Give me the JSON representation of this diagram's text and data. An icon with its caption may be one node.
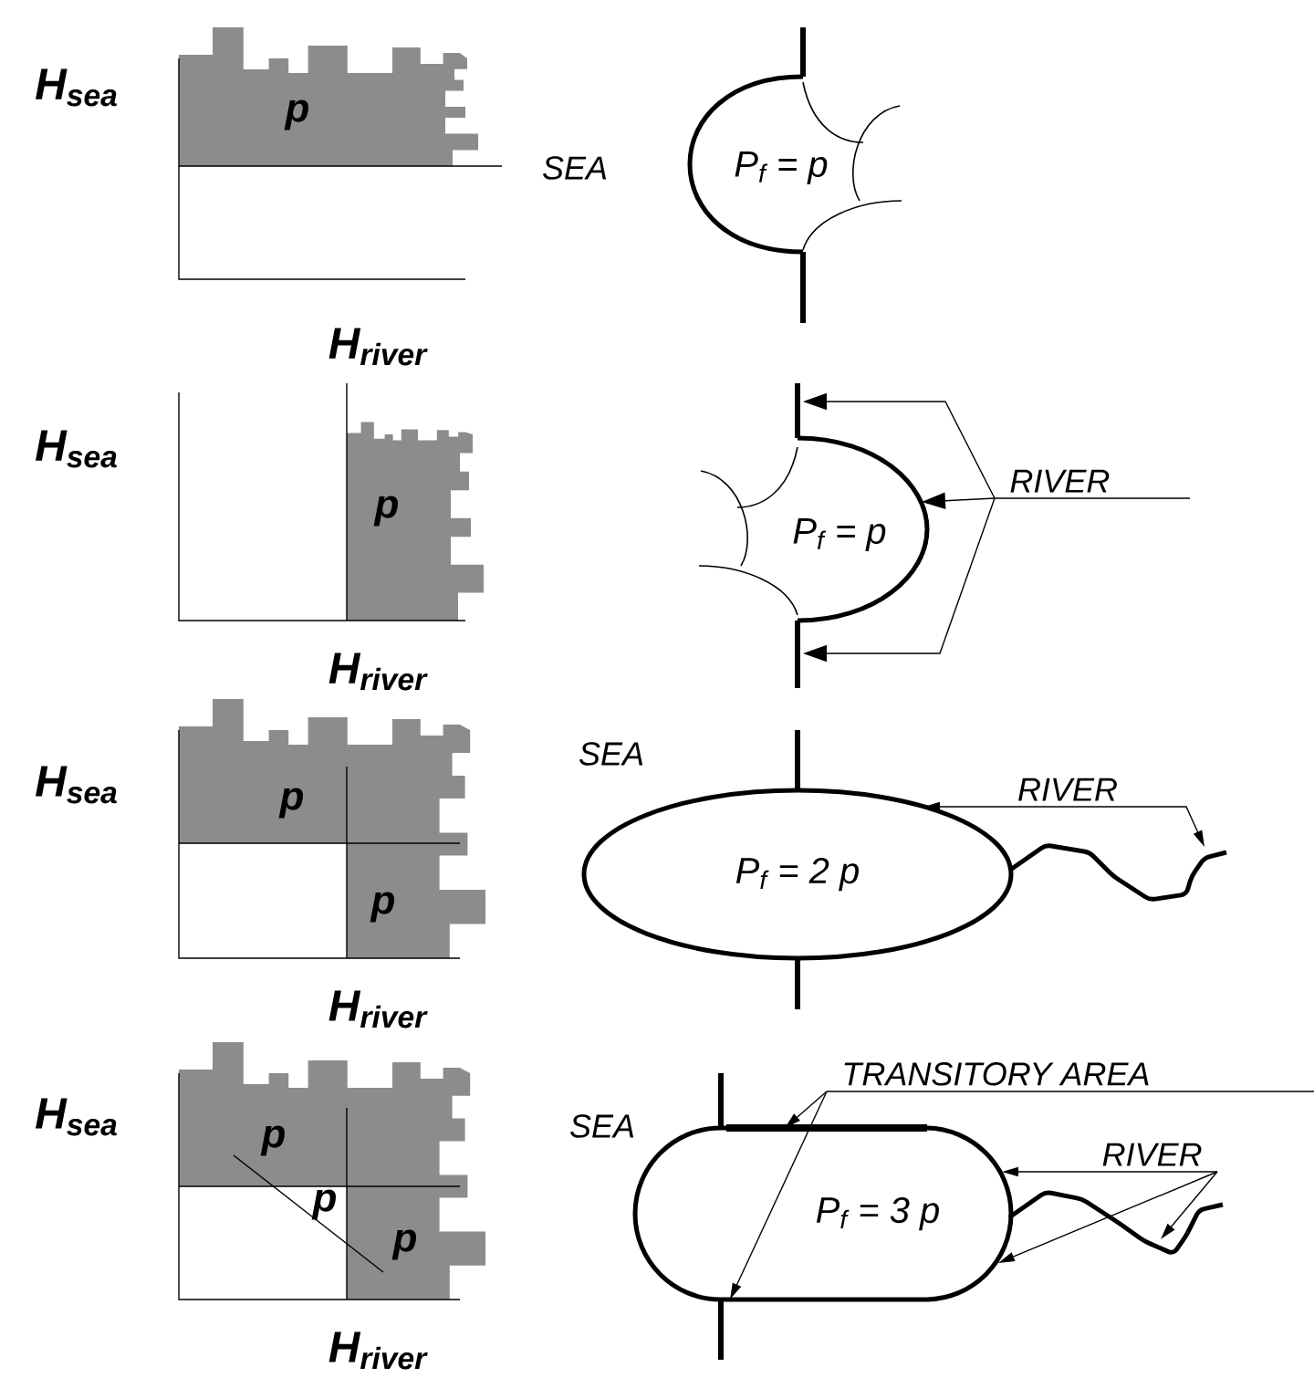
{
  "diagram": {
    "nodes": [
      {
        "text": [
          "P$_{f}$ = p"
        ]
      },
      {
        "text": [
          "RIVER"
        ]
      },
      {
        "text": [
          "P$_{f}$ = p"
        ]
      },
      {
        "text": [
          "RIVER"
        ]
      },
      {
        "text": [
          "P$_{f}$ = 2 p"
        ]
      },
      {
        "text": [
          "TRANSITORY AREA"
        ]
      },
      {
        "text": [
          "RIVER"
        ]
      },
      {
        "text": [
          "P$_{f}$ = 3 p"
        ]
      }
    ],
    "edges": [
      {
        "from": 1,
        "to": null,
        "arrow": "to"
      },
      {
        "from": 1,
        "to": 2,
        "arrow": "to"
      },
      {
        "from": 1,
        "to": null,
        "arrow": "to"
      },
      {
        "from": 3,
        "to": 4,
        "arrow": "to"
      },
      {
        "from": 3,
        "to": null,
        "arrow": "to"
      },
      {
        "from": 5,
        "to": 7,
        "arrow": "to"
      },
      {
        "from": 5,
        "to": 7,
        "arrow": "to"
      },
      {
        "from": 6,
        "to": 7,
        "arrow": "to"
      },
      {
        "from": 6,
        "to": 7,
        "arrow": "to"
      },
      {
        "from": 6,
        "to": null,
        "arrow": "to"
      }
    ],
    "labels": [
      "H$_{sea}$",
      "p",
      "SEA",
      "H$_{river}$",
      "H$_{sea}$",
      "p",
      "H$_{river}$",
      "SEA",
      "H$_{sea}$",
      "p",
      "p",
      "H$_{river}$",
      "H$_{sea}$",
      "SEA",
      "p",
      "p",
      "p",
      "H$_{river}$"
    ]
  }
}
